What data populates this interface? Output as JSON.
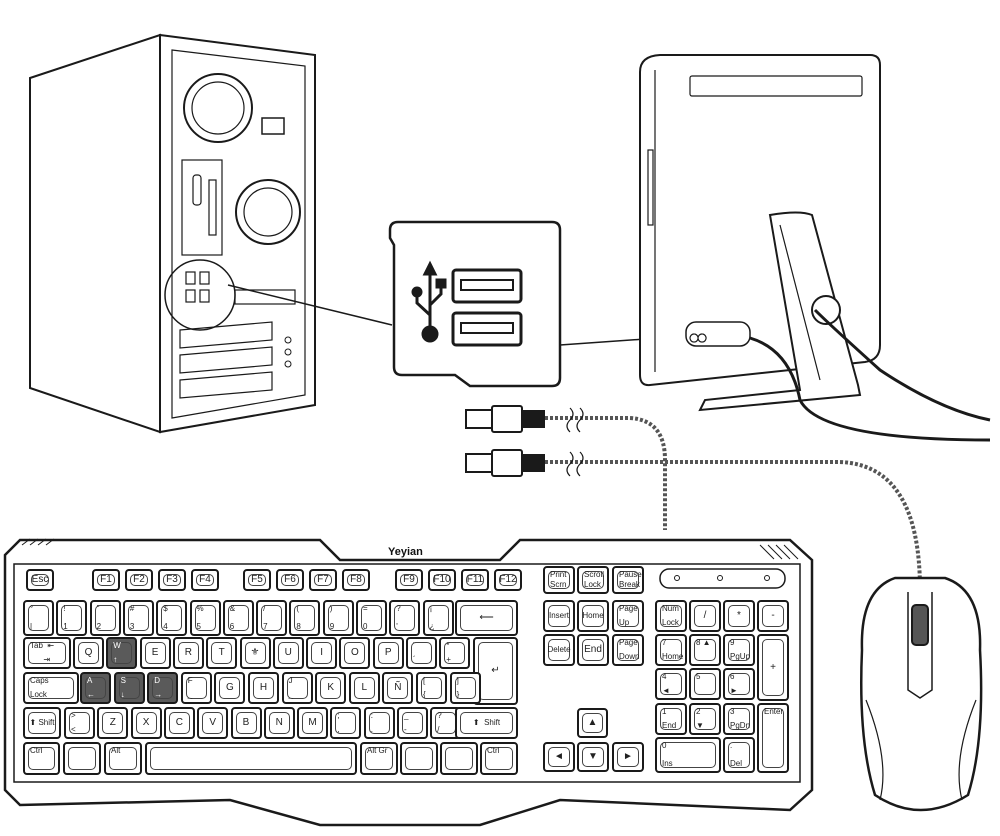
{
  "diagram": {
    "logo_text": "Yeyian",
    "accent_dark_key": "#5a5a5a",
    "line_color": "#1a1a1a",
    "callout_icon": "usb-icon",
    "keyboard": {
      "keys": [
        {
          "c": "Esc"
        },
        {
          "c": "F1"
        },
        {
          "c": "F2"
        },
        {
          "c": "F3"
        },
        {
          "c": "F4"
        },
        {
          "c": "F5"
        },
        {
          "c": "F6"
        },
        {
          "c": "F7"
        },
        {
          "c": "F8"
        },
        {
          "c": "F9"
        },
        {
          "c": "F10"
        },
        {
          "c": "F11"
        },
        {
          "c": "F12"
        },
        {
          "t": "Print",
          "b": "Scrn"
        },
        {
          "t": "Scroll",
          "b": "Lock"
        },
        {
          "t": "Pause",
          "b": "Break"
        },
        {
          "t": "°",
          "b": "|"
        },
        {
          "t": "!",
          "b": "1"
        },
        {
          "t": "\"",
          "b": "2"
        },
        {
          "t": "#",
          "b": "3"
        },
        {
          "t": "$",
          "b": "4"
        },
        {
          "t": "%",
          "b": "5"
        },
        {
          "t": "&",
          "b": "6"
        },
        {
          "t": "/",
          "b": "7"
        },
        {
          "t": "(",
          "b": "8"
        },
        {
          "t": ")",
          "b": "9"
        },
        {
          "t": "=",
          "b": "0"
        },
        {
          "t": "?",
          "b": "'"
        },
        {
          "t": "¡",
          "b": "¿"
        },
        {
          "c": "⟵"
        },
        {
          "t": "Tab  ⇤",
          "b": "      ⇥"
        },
        {
          "c": "Q"
        },
        {
          "t": "W",
          "b": "↑"
        },
        {
          "c": "E"
        },
        {
          "c": "R"
        },
        {
          "c": "T"
        },
        {
          "c": "⚜"
        },
        {
          "c": "U"
        },
        {
          "c": "I"
        },
        {
          "c": "O"
        },
        {
          "c": "P"
        },
        {
          "t": "¨",
          "b": "´"
        },
        {
          "t": "*",
          "b": "+"
        },
        {
          "c": "↵"
        },
        {
          "t": "Caps",
          "b": "Lock"
        },
        {
          "t": "A",
          "b": "←"
        },
        {
          "t": "S",
          "b": "↓"
        },
        {
          "t": "D",
          "b": "→"
        },
        {
          "t": "F",
          "b": "_"
        },
        {
          "c": "G"
        },
        {
          "c": "H"
        },
        {
          "t": "J",
          "b": "_"
        },
        {
          "c": "K"
        },
        {
          "c": "L"
        },
        {
          "c": "Ñ"
        },
        {
          "t": "[",
          "b": "{"
        },
        {
          "t": "]",
          "b": "}"
        },
        {
          "c": "⬆ Shift"
        },
        {
          "t": ">",
          "b": "<"
        },
        {
          "c": "Z"
        },
        {
          "c": "X"
        },
        {
          "c": "C"
        },
        {
          "c": "V"
        },
        {
          "c": "B"
        },
        {
          "c": "N"
        },
        {
          "c": "M"
        },
        {
          "t": ";",
          "b": ","
        },
        {
          "t": ":",
          "b": "."
        },
        {
          "t": "_",
          "b": "-"
        },
        {
          "t": "?",
          "b": "/"
        },
        {
          "c": "⬆  Shift"
        },
        {
          "t": "Ctrl"
        },
        {
          "t": ""
        },
        {
          "t": "Alt"
        },
        {
          "t": ""
        },
        {
          "t": "Alt Gr"
        },
        {
          "t": ""
        },
        {
          "t": ""
        },
        {
          "t": "Ctrl"
        },
        {
          "c": "Insert"
        },
        {
          "c": "Home"
        },
        {
          "t": "Page",
          "b": "Up"
        },
        {
          "c": "Delete"
        },
        {
          "c": "End"
        },
        {
          "t": "Page",
          "b": "Down"
        },
        {
          "c": "▲"
        },
        {
          "c": "◄"
        },
        {
          "c": "▼"
        },
        {
          "c": "►"
        },
        {
          "t": "Num",
          "b": "Lock"
        },
        {
          "c": "/"
        },
        {
          "c": "*"
        },
        {
          "c": "-"
        },
        {
          "t": "7",
          "b": "Home"
        },
        {
          "t": "8 ▲"
        },
        {
          "t": "9",
          "b": "PgUp"
        },
        {
          "c": "+"
        },
        {
          "t": "4",
          "b": "◄"
        },
        {
          "t": "5"
        },
        {
          "t": "6",
          "b": "►"
        },
        {
          "t": "1",
          "b": "End"
        },
        {
          "t": "2",
          "b": "▼"
        },
        {
          "t": "3",
          "b": "PgDn"
        },
        {
          "t": "Enter"
        },
        {
          "t": "0",
          "b": "Ins"
        },
        {
          "t": ".",
          "b": "Del"
        }
      ],
      "dark_keys": [
        "W",
        "A",
        "S",
        "D"
      ]
    }
  }
}
